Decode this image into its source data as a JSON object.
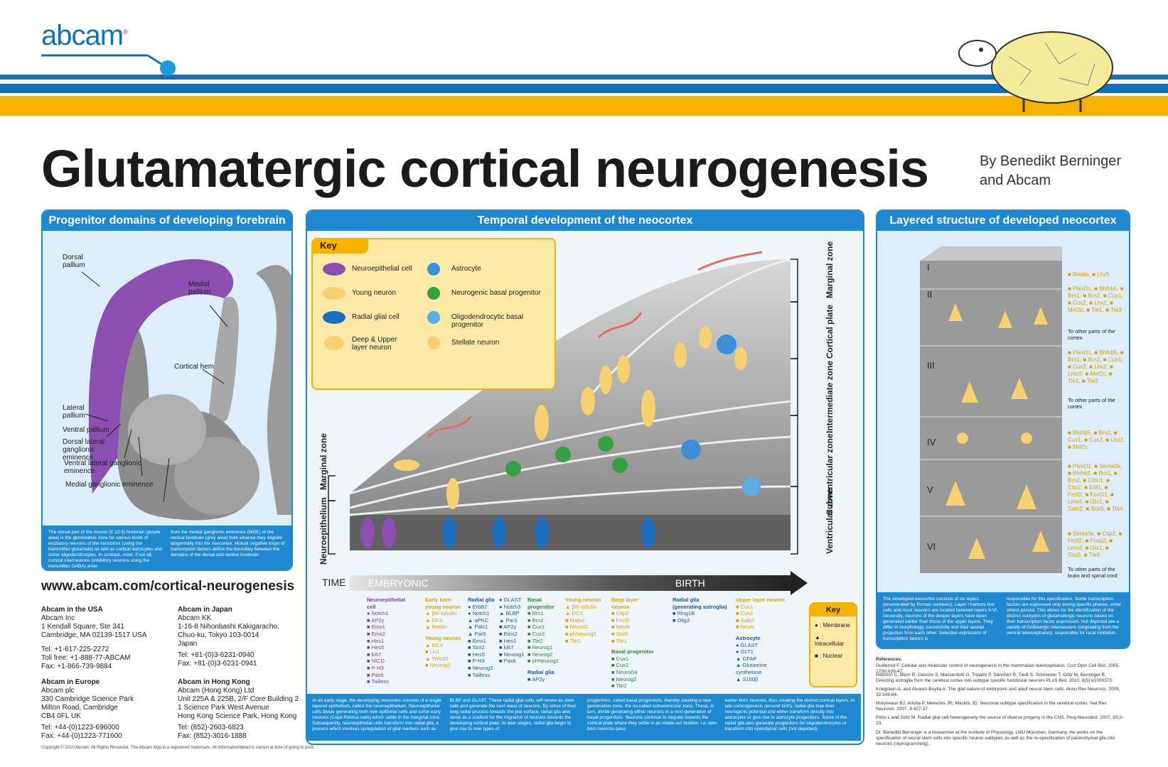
{
  "header": {
    "logo_text": "abcam",
    "title": "Glutamatergic cortical neurogenesis",
    "byline": "By Benedikt Berninger and Abcam"
  },
  "left_panel": {
    "title": "Progenitor domains of developing forebrain",
    "labels": {
      "dorsal_pallium": "Dorsal pallium",
      "medial_pallium": "Medial pallium",
      "cortical_hem": "Cortical hem",
      "lateral_pallium": "Lateral pallium",
      "ventral_pallium": "Ventral pallium",
      "dlge": "Dorsal lateral ganglionic eminence",
      "vlge": "Ventral lateral ganglionic eminence",
      "mge": "Medial ganglionic eminence"
    },
    "caption_left": "The dorsal part of the mouse (E 12.5) forebrain (purple area) is the germinative zone for various kinds of excitatory neurons of the neocortex (using the transmitter glutamate) as well as cortical astrocytes and some oligodendrocytes. In contrast, most, if not all, cortical interneurons (inhibitory neurons using the transmitter GABA) arise",
    "caption_right": "from the medial ganglionic eminence (MGE) of the ventral forebrain (grey area) from whence they migrate tangentially into the neocortex. Mutual negative loops of transcription factors define the boundary between the domains of the dorsal and ventral forebrain."
  },
  "website": "www.abcam.com/cortical-neurogenesis",
  "offices": [
    {
      "heading": "Abcam in the USA",
      "lines": [
        "Abcam Inc",
        "1 Kendall Square, Ste 341",
        "Cambridge, MA 02139-1517 USA",
        "",
        "Tel: +1-617-225-2272",
        "Toll free: +1-888-77-ABCAM",
        "Fax: +1-866-739-9884"
      ]
    },
    {
      "heading": "Abcam in Japan",
      "lines": [
        "Abcam KK",
        "1-16-8 Nihonbashi Kakigaracho,",
        "Chuo-ku, Tokyo 103-0014",
        "Japan",
        "",
        "Tel: +81-(0)3-6231-0940",
        "Fax: +81-(0)3-6231-0941"
      ]
    },
    {
      "heading": "Abcam in Europe",
      "lines": [
        "Abcam plc",
        "330 Cambridge Science Park",
        "Milton Road, Cambridge",
        "CB4 0FL UK",
        "",
        "Tel: +44-(0)1223-696000",
        "Fax: +44-(0)1223-771600"
      ]
    },
    {
      "heading": "Abcam in Hong Kong",
      "lines": [
        "Abcam (Hong Kong) Ltd",
        "Unit 225A & 225B, 2/F Core Building 2",
        "1 Science Park West Avenue",
        "Hong Kong Science Park, Hong Kong",
        "",
        "Tel: (852)-2603-6823",
        "Fax: (852)-3016-1888"
      ]
    }
  ],
  "copyright": "Copyright © 2010 Abcam, All Rights Reserved. The Abcam logo is a registered trademark. All information/detail is correct at time of going to print.",
  "center_panel": {
    "title": "Temporal development of the neocortex",
    "key_title": "Key",
    "key_items": [
      "Neuroepithelial cell",
      "Young neuron",
      "Radial glial cell",
      "Deep & Upper layer neuron",
      "Astrocyte",
      "Neurogenic basal progenitor",
      "Oligodendrocytic basal progenitor",
      "Stellate neuron"
    ],
    "zones_right": [
      "Marginal zone",
      "Cortical plate",
      "Intermediate zone",
      "Subventricular zone",
      "Ventricular zone"
    ],
    "zones_left": [
      "Marginal zone",
      "Neuroepithelium"
    ],
    "time_label": "TIME",
    "embryonic": "EMBRYONIC",
    "birth": "BIRTH",
    "marker_columns": [
      {
        "heading": "Neuroepithelial cell",
        "color": "#7a3fa0",
        "items": [
          "● Notch1",
          "■ AP2γ",
          "■ Emx1",
          "■ Emx2",
          "■ Hes1",
          "■ Hes5",
          "■ ki67",
          "■ NICD",
          "■ P-H3",
          "■ Pax6",
          "■ Tailless"
        ]
      },
      {
        "heading": "Early born young neuron",
        "color": "#e0a000",
        "items": [
          "▲ βIII tubulin",
          "▲ DCX",
          "▲ Reelin",
          "",
          "Young neuron",
          "▲ DCX",
          "■ Lis1",
          "▲ Trim32",
          "■ Neurog2"
        ]
      },
      {
        "heading": "Radial glia",
        "color": "#1a5aa0",
        "items": [
          "● ErbB2",
          "● Notch1",
          "▲ aPKC",
          "▲ Pals1",
          "▲ Par6",
          "■ Emx1",
          "■ Sox2",
          "■ Hes5",
          "■ P-H3",
          "■ Neurog2",
          "■ Tailless"
        ]
      },
      {
        "heading": "",
        "color": "#1a5aa0",
        "items": [
          "● GLAST",
          "● Notch3",
          "▲ BLBP",
          "▲ Par3",
          "■ AP2γ",
          "■ Emx2",
          "■ Hes1",
          "■ ki67",
          "■ Neurog1",
          "■ Pax6"
        ]
      },
      {
        "heading": "Basal progenitor",
        "color": "#2a8a30",
        "items": [
          "■ Brn1",
          "■ Brn2",
          "■ Cux1",
          "■ Cux2",
          "■ Tbr2",
          "■ Neurog1",
          "■ Neurog2",
          "■ phNeurog2",
          "",
          "Radial glia",
          "■ AP2γ"
        ]
      },
      {
        "heading": "Young neuron",
        "color": "#e0a000",
        "items": [
          "▲ βIII tubulin",
          "▲ DCX",
          "■ Math2",
          "■ NeuroD",
          "■ phNeurog2",
          "■ Tbr1"
        ]
      },
      {
        "heading": "Deep layer neuron",
        "color": "#e0a000",
        "items": [
          "■ Ctip2",
          "■ Fezf2",
          "■ NeuN",
          "■ Sox5",
          "■ Tbr1",
          "",
          "Basal progenitor",
          "■ Cux1",
          "■ Cux2",
          "■ NeuroD4",
          "■ Neurog2",
          "■ Tbr2"
        ]
      },
      {
        "heading": "Radial glia (generating astroglia)",
        "color": "#1a5aa0",
        "items": [
          "■ Ring1B",
          "■ Olig2"
        ]
      },
      {
        "heading": "Upper layer neuron",
        "color": "#e0a000",
        "items": [
          "■ Cux1",
          "■ Cux2",
          "■ Satb2",
          "■ NeuN",
          "",
          "Astrocyte",
          "● GLAST",
          "● GLT1",
          "▲ GFAP",
          "▲ Glutamine synthetase",
          "▲ S100β"
        ]
      }
    ],
    "legend_title": "Key",
    "legend_items": [
      "● : Membrane",
      "▲ : Intracellular",
      "■ : Nuclear"
    ],
    "footer": [
      "At an early stage, the developing neocortex consists of a single layered epithelium, called the neuroepithelium. Neuroepithelial cells divide generating both new epithelial cells and some early neurons (Cajal-Retzius cells) which settle in the marginal zone. Subsequently, neuroepithelial cells transform into radial glia, a process which involves upregulation of glial markers such as",
      "BLBP and GLAST. These radial glial cells self-renew as stem cells and generate the next wave of neurons. By virtue of their long radial process towards the pial surface, radial glia also serve as a scaffold for the migration of neurons towards the developing cortical plate. At later stages, radial glia begin to give rise to new types of",
      "progenitors, called basal progenitors, thereby creating a new germinative zone, the so-called subventricular zone. These, in turn, divide generating either neurons or a next generation of basal progenitors. Neurons continue to migrate towards the cortical plate where they settle in an inside-out fashion, i.e. later born neurons pass",
      "earlier born neurons, thus creating the distinct cortical layers. At late corticogenesis (around birth), radial glia lose their neurogenic potential and either transform directly into astrocytes or give rise to astrocyte progenitors. Some of the radial glia also generate progenitors for oligodendrocytes or transform into ependymal cells (not depicted)."
    ]
  },
  "right_panel": {
    "title": "Layered structure of developed neocortex",
    "layers": [
      "I",
      "II",
      "III",
      "IV",
      "V",
      "VI"
    ],
    "marker_groups": [
      "■ Reelin, ■ Lhx5",
      "■ PlexD1, ■ Bhlhb5, ■ Brn1, ■ Brn2, ■ Cux1, ■ Cux2, ■ Lhx2, ■ Mef2c, ■ Tle1, ■ Tle3",
      "■ PlexD1, ■ Bhlhb5, ■ Brn1, ■ Brn2, ■ Cux1, ■ Cux2, ■ Lhx2, ■ Lmo3, ■ Mef2c, ■ Tle1, ■ Tle3",
      "■ Bhlhb5, ■ Brn1, ■ Cux1, ■ Cux2, ■ Lhx2, ■ Mef2c",
      "■ PlexD1, ■ Sema3e, ■ Bhlhb5, ■ Brn1, ■ Brn2, ■ Ctbn1, ■ Ctip2, ■ Er81, ■ Fezf2, ■ FoxO1, ■ Lmo4, ■ Otx1, ■ Satb2, ■ Sox5, ■ Tle4",
      "■ Sema3e, ■ Ctip2, ■ Fezf2, ■ Foxp2, ■ Lmo3, ■ Otx1, ■ Sox5, ■ Tle4"
    ],
    "other_parts_cortex": "To other parts of the cortex",
    "other_parts_brain": "To other parts of the brain and spinal cord",
    "caption_left": "The developed neocortex consists of six layers (enumerated by Roman numbers). Layer I harbors few cells and most neurons are located between layers II-VI. Generally, neurons of the deeper layers have been generated earlier than those of the upper layers. They differ in morphology, connectivity and their axonal projection from each other. Selective expression of transcription factors is",
    "caption_right": "responsible for this specification. Some transcription factors are expressed only during specific phases, while others persist. This allows for the identification of the distinct subtypes of glutamatergic neurons based on their transcription factor expression. Not depicted are a variety of GABAergic interneurons (originating from the ventral telencephalon), responsible for local inhibition."
  },
  "references": {
    "heading": "References:",
    "items": [
      "Guillemot F. Cellular and molecular control of neurogenesis in the mammalian telencephalon. Curr Opin Cell Biol. 2005, 17(6):639-47.",
      "Heinrich C, Blum R, Gascón S, Masserdotti G, Tripathi P, Sánchez R, Tiedt S, Schroeder T, Götz M, Berninger B. Directing astroglia from the cerebral cortex into subtype specific functional neurons PLoS Biol. 2010, 8(5):e1000373.",
      "Kriegstein A, and Alvarez-Buylla A. The glial nature of embryonic and adult neural stem cells. Annu Rev Neurosci. 2009, 32:149-84.",
      "Molyneaux BJ, Arlotta P, Menezes JR, Macklis JD. Neuronal subtype specification in the cerebral cortex. Nat Rev Neurosci. 2007, 8:427-37.",
      "Pinto L and Götz M. Radial glial cell heterogeneity-the source of diverse progeny in the CNS. Prog Neurobiol. 2007, 83:2-23.",
      "Dr. Benedikt Berninger is a researcher at the Institute of Physiology, LMU München, Germany. He works on the specification of neural stem cells into specific neuron subtypes as well as the re-specification of parenchymal glia into neurons (reprogramming)."
    ]
  },
  "colors": {
    "brand_blue": "#1170b8",
    "panel_blue": "#1e88d0",
    "accent_yellow": "#f5b300",
    "purple": "#8a4fb0"
  }
}
